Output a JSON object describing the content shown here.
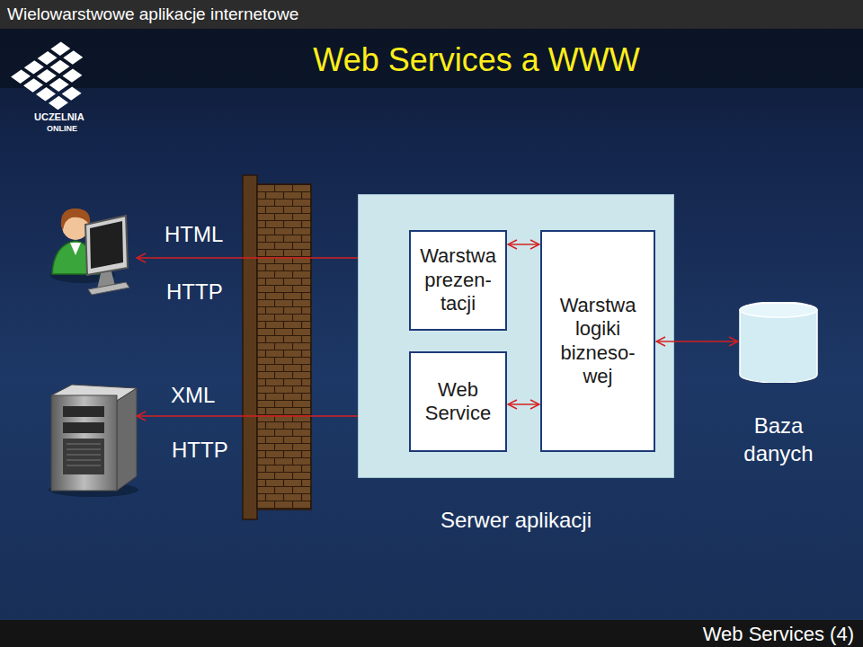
{
  "diagram": {
    "title": "Web Services a WWW",
    "nodes": [
      {
        "text": [
          "Serwer aplikacji"
        ]
      },
      {
        "text": [
          "Warstwa prezen- tacji"
        ],
        "in": 0
      },
      {
        "text": [
          "Web Service"
        ],
        "in": 0
      },
      {
        "text": [
          "Warstwa logiki bizneso- wej"
        ],
        "in": 0
      },
      {
        "text": [
          "Baza danych"
        ]
      }
    ],
    "edges": [
      {
        "from": 1,
        "to": 3,
        "arrow": "both"
      },
      {
        "from": 2,
        "to": 3,
        "arrow": "both"
      },
      {
        "from": 3,
        "to": 4,
        "arrow": "both"
      }
    ],
    "labels": [
      "HTML",
      "HTTP",
      "XML",
      "HTTP",
      "Wielowarstwowe aplikacje internetowe",
      "UCZELNIA",
      "ONLINE",
      "Web Services (4)"
    ]
  }
}
